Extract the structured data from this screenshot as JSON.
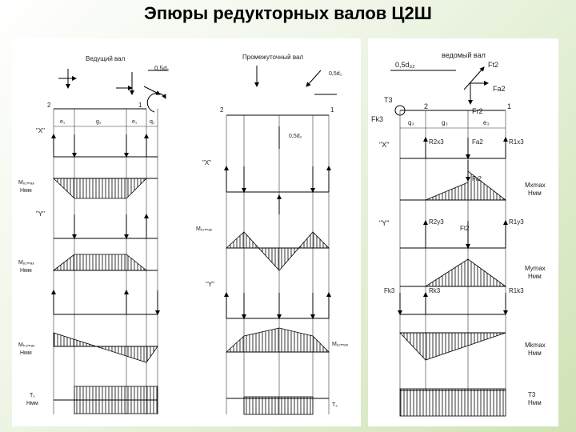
{
  "title": "Эпюры редукторных валов Ц2Ш",
  "panel1": {
    "name": "Ведущий вал",
    "X": "\"X\"",
    "Y": "\"Y\"",
    "dim_e1": "e₁",
    "dim_g1": "g₁",
    "dim_e1b": "e₁",
    "dim_q1": "q₁",
    "Mx": "Mₓ₁ₘₐₓ",
    "My": "Mᵧ₁ₘₐₓ",
    "Mk": "Mₖ₁ₘₐₓ",
    "unit": "Нмм",
    "T": "T₁",
    "d": "0,5d₁",
    "s1": "1",
    "s2": "2"
  },
  "panel2": {
    "name": "Промежуточный вал",
    "X": "\"X\"",
    "Y": "\"Y\"",
    "d": "0,5d₂",
    "d2": "0,5d₂",
    "Mx": "Mₓ₂ₘₐₓ",
    "My": "Mᵧ₂ₘₐₓ",
    "T": "T₂",
    "s1": "1",
    "s2": "2"
  },
  "panel3": {
    "name": "ведомый вал",
    "d": "0,5d₃₂",
    "X": "\"X\"",
    "Y": "\"Y\"",
    "q3": "q₃",
    "g3": "g₃",
    "e3": "e₃",
    "Ft2": "Ft2",
    "Fa2": "Fa2",
    "Fr2": "Fr2",
    "T3": "T3",
    "Fk3": "Fk3",
    "R2x3": "R2x3",
    "R1x3": "R1x3",
    "R2y3": "R2y3",
    "R1y3": "R1y3",
    "Rk3": "Rk3",
    "R1k3": "R1k3",
    "Mx": "Mxmax",
    "My": "Mymax",
    "Mk": "Mkmax",
    "unit": "Нмм",
    "T": "T3",
    "s1": "1",
    "s2": "2"
  }
}
